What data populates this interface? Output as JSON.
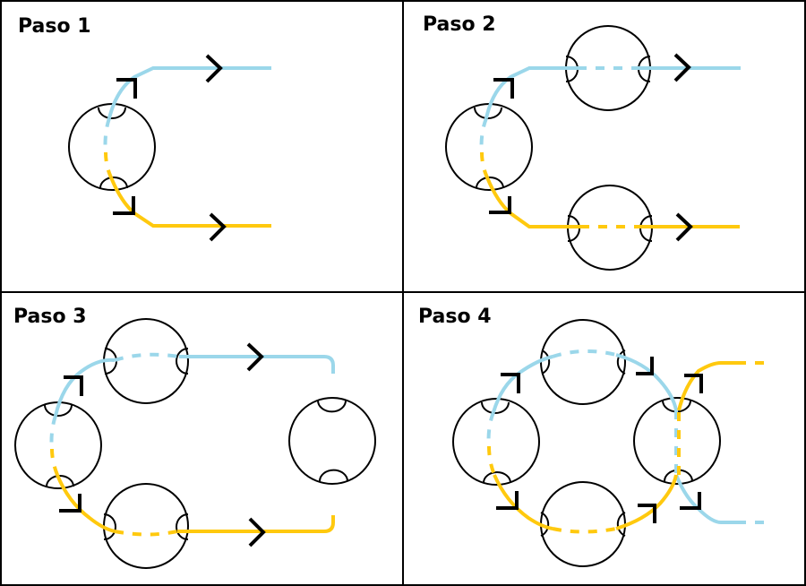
{
  "figure": {
    "panels": [
      {
        "title": "Paso 1"
      },
      {
        "title": "Paso 2"
      },
      {
        "title": "Paso 3"
      },
      {
        "title": "Paso 4"
      }
    ],
    "colors": {
      "blue_line": "#9bd7ea",
      "yellow_line": "#ffc90e",
      "outline": "#000000"
    }
  }
}
